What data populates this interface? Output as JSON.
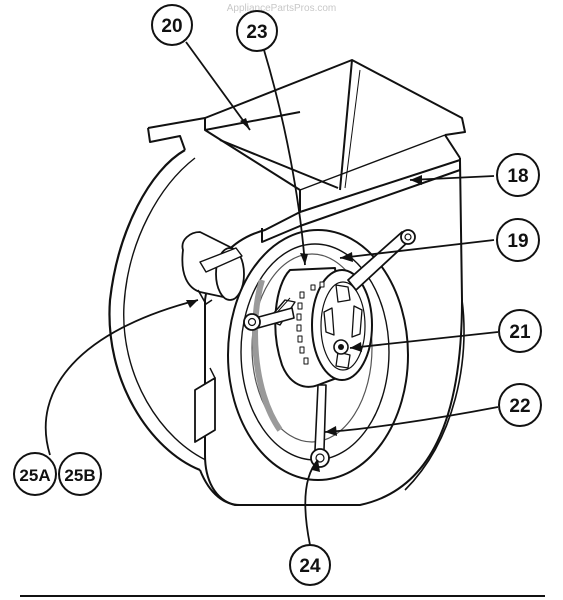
{
  "watermark": "AppliancePartsPros.com",
  "colors": {
    "ink": "#111111",
    "paper": "#ffffff",
    "shade": "#9a9a9a"
  },
  "callouts": [
    {
      "id": "c20",
      "label": "20"
    },
    {
      "id": "c23",
      "label": "23"
    },
    {
      "id": "c18",
      "label": "18"
    },
    {
      "id": "c19",
      "label": "19"
    },
    {
      "id": "c21",
      "label": "21"
    },
    {
      "id": "c22",
      "label": "22"
    },
    {
      "id": "c25a",
      "label": "25A"
    },
    {
      "id": "c25b",
      "label": "25B"
    },
    {
      "id": "c24",
      "label": "24"
    }
  ]
}
